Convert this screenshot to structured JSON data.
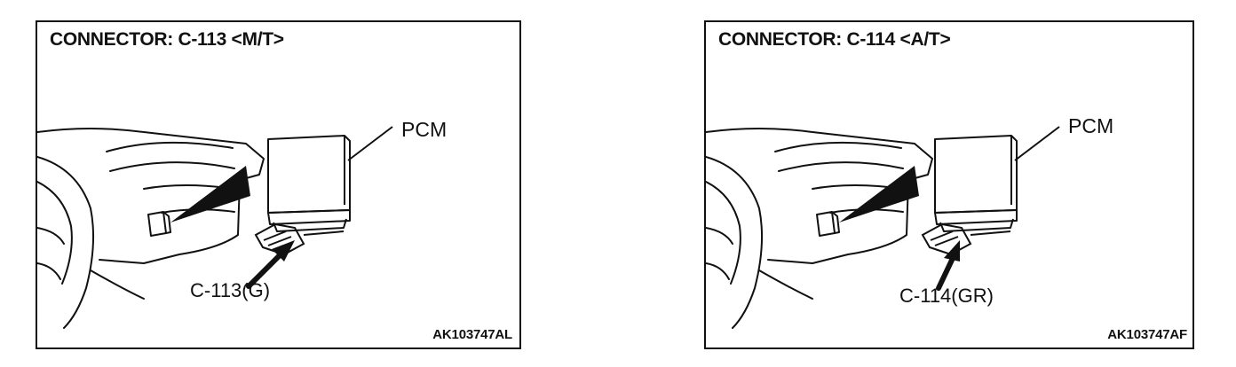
{
  "panels": [
    {
      "title": "CONNECTOR: C-113 <M/T>",
      "pcm_label": "PCM",
      "connector_label": "C-113(G)",
      "code": "AK103747AL"
    },
    {
      "title": "CONNECTOR: C-114 <A/T>",
      "pcm_label": "PCM",
      "connector_label": "C-114(GR)",
      "code": "AK103747AF"
    }
  ]
}
